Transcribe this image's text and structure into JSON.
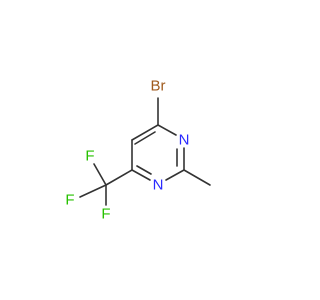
{
  "molecule": {
    "atoms": {
      "br": {
        "label": "Br",
        "color": "#a05a1c"
      },
      "n1": {
        "label": "N",
        "color": "#2a2aff"
      },
      "n3": {
        "label": "N",
        "color": "#2a2aff"
      },
      "f1": {
        "label": "F",
        "color": "#27c100"
      },
      "f2": {
        "label": "F",
        "color": "#27c100"
      },
      "f3": {
        "label": "F",
        "color": "#27c100"
      }
    },
    "bond_color": "#333333"
  }
}
